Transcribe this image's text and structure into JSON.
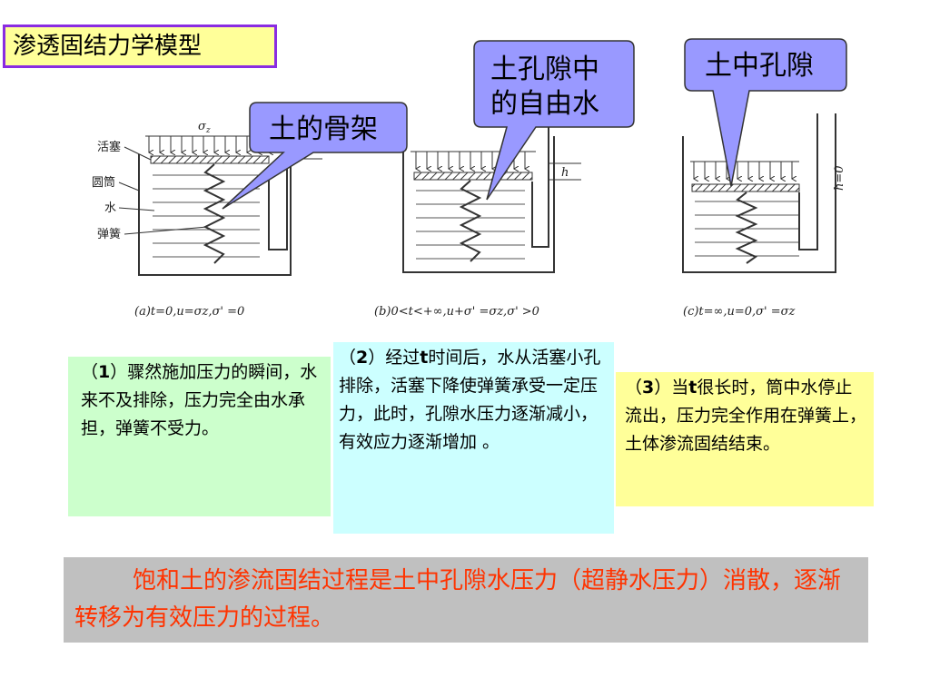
{
  "title": "渗透固结力学模型",
  "callouts": {
    "skeleton": "土的骨架",
    "free_water_line1": "土孔隙中",
    "free_water_line2": "的自由水",
    "pore": "土中孔隙"
  },
  "labels": {
    "sigma": "σ",
    "sigma_sub": "z",
    "piston": "活塞",
    "cylinder": "圆筒",
    "water": "水",
    "spring": "弹簧",
    "h": "h",
    "h0": "h=0"
  },
  "captions": {
    "a": "(a)t=0,u=σz,σ' =0",
    "b": "(b)0<t<+∞,u+σ' =σz,σ' >0",
    "c": "(c)t=∞,u=0,σ' =σz"
  },
  "descriptions": {
    "d1_prefix": "（",
    "d1_num": "1",
    "d1_text": "）骤然施加压力的瞬间，水来不及排除，压力完全由水承担，弹簧不受力。",
    "d2_prefix": "（",
    "d2_num": "2",
    "d2_mid": "）经过",
    "d2_t": "t",
    "d2_text": "时间后，水从活塞小孔排除，活塞下降使弹簧承受一定压力，此时，孔隙水压力逐渐减小，有效应力逐渐增加 。",
    "d3_prefix": "（",
    "d3_num": "3",
    "d3_mid": "）当",
    "d3_t": "t",
    "d3_text": "很长时，筒中水停止流出，压力完全作用在弹簧上，土体渗流固结结束。"
  },
  "conclusion": "饱和土的渗流固结过程是土中孔隙水压力（超静水压力）消散，逐渐转移为有效压力的过程。",
  "colors": {
    "title_border": "#8a2be2",
    "title_bg": "#ffff99",
    "callout_fill": "#9999ff",
    "d1_bg": "#ccffcc",
    "d2_bg": "#ccffff",
    "d3_bg": "#ffff99",
    "conclusion_bg": "#c0c0c0",
    "conclusion_text": "#ff3300"
  }
}
